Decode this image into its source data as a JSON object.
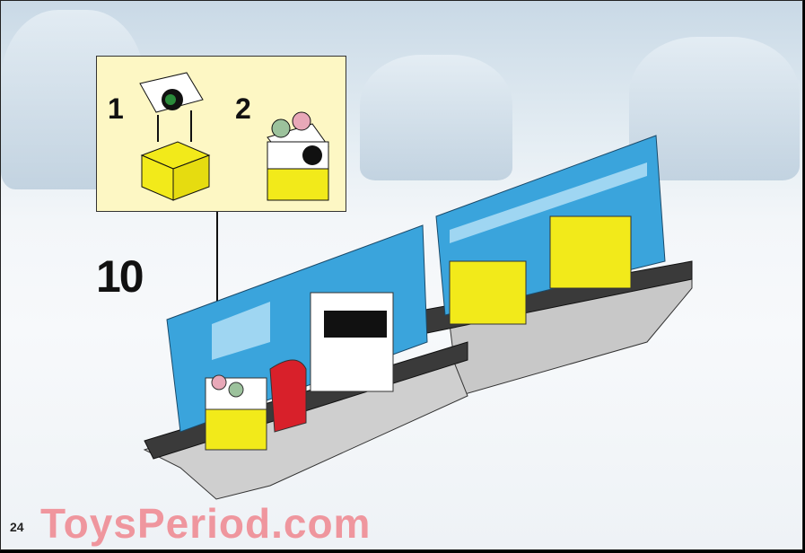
{
  "instruction": {
    "step_number": "10",
    "page_number": "24",
    "substeps": [
      {
        "label": "1"
      },
      {
        "label": "2"
      }
    ]
  },
  "watermark": "ToysPeriod.com",
  "colors": {
    "callout_bg": "#fdf7c4",
    "model_blue": "#3aa4dc",
    "brick_yellow": "#f2ea1a",
    "seat_red": "#d8202a"
  }
}
